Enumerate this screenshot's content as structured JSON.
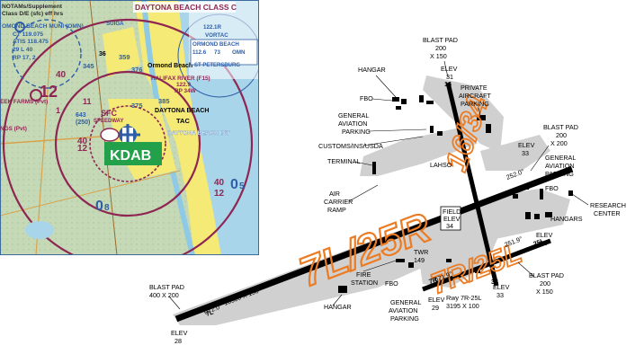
{
  "sectional": {
    "top_notam": "NOTAMs/Supplement",
    "top_class": "Class D/E (sfc) eff hrs",
    "class_c_title": "DAYTONA BEACH CLASS C",
    "muni": "OMOND BEACH MUNI (OMN)",
    "ctaf_line": "CT 119.075",
    "atis_line": "ATIS 118.475",
    "elev_line": "29 L 40",
    "rp_line": "RP 17, 2",
    "suiga": "SUIGA",
    "ormond_beach": "Ormond Beach",
    "vortac_title": "VORTAC",
    "vortac_name": "ORMOND BEACH",
    "vortac_freq": "112.6",
    "vortac_ch": "73",
    "vortac_id": "OMN",
    "st_petersburg": "ST PETERSBURG",
    "n_122": "122.1R",
    "halifax": "HALIFAX RIVER (F15)",
    "rp34w": "RP 34W",
    "f12_29": "122.9",
    "daytona_beach_city": "DAYTONA BEACH",
    "tac": "TAC",
    "daytona_beach_int": "DAYTONA BEACH INT",
    "speedway": "SPEEDWAY",
    "sfc": "SFC",
    "kdab": "KDAB",
    "creek_farms": "EEK FARMS (Pvt)",
    "spruce_creek": "NGS (Pvt)",
    "num_12": "12",
    "num_40_1": "40",
    "num_12_2": "12",
    "num_40_2": "40",
    "num_40_3": "40",
    "num_12_3": "12",
    "num_08": "0",
    "num_08_sub": "8",
    "num_05": "0",
    "num_05_sub": "5",
    "num_36": "36",
    "num_345": "345",
    "num_359": "359",
    "num_376": "376",
    "num_385": "385",
    "num_375": "375",
    "num_643": "643",
    "num_250": "(250)",
    "num_1": "1",
    "num_11": "11"
  },
  "airport": {
    "rw_7L25R": "7L/25R",
    "rw_7R25L": "7R/25L",
    "rw_16_34": "16/34",
    "rw_main_dims": "10500 X 150",
    "rw_7r_dims1": "Rwy 7R-25L",
    "rw_7r_dims2": "3195 X 100",
    "hdg_072_sw": "072.0°",
    "hdg_072_7r": "071.9°",
    "hdg_252": "252.0°",
    "hdg_252b": "251.9°",
    "bp_top_1": "BLAST PAD",
    "bp_top_2": "200",
    "bp_top_3": "X 150",
    "elev_top_1": "ELEV",
    "elev_top_2": "31",
    "hangar_top": "HANGAR",
    "fbo_1": "FBO",
    "private_1": "PRIVATE",
    "private_2": "AIRCRAFT",
    "private_3": "PARKING",
    "ga_1": "GENERAL",
    "ga_2": "AVIATION",
    "ga_3": "PARKING",
    "bp_right_1": "BLAST PAD",
    "bp_right_2": "200",
    "bp_right_3": "X 200",
    "customs": "CUSTOMS/INS/USDA",
    "terminal": "TERMINAL",
    "lahso": "LAHSO",
    "elev_33_1": "ELEV",
    "elev_33_2": "33",
    "ga_r_1": "GENERAL",
    "ga_r_2": "AVIATION",
    "ga_r_3": "PARKING",
    "fbo_r": "FBO",
    "research_1": "RESEARCH",
    "research_2": "CENTER",
    "air_carrier_1": "AIR",
    "air_carrier_2": "CARRIER",
    "air_carrier_3": "RAMP",
    "field_elev_1": "FIELD",
    "field_elev_2": "ELEV",
    "field_elev_3": "34",
    "hangars_r": "HANGARS",
    "elev_32_1": "ELEV",
    "elev_32_2": "32",
    "twr_1": "TWR",
    "twr_2": "149",
    "fire_1": "FIRE",
    "fire_2": "STATION",
    "fbo_b": "FBO",
    "ga_b_1": "GENERAL",
    "ga_b_2": "AVIATION",
    "ga_b_3": "PARKING",
    "elev_29_1": "ELEV",
    "elev_29_2": "29",
    "elev_33b_1": "ELEV",
    "elev_33b_2": "33",
    "bp_br_1": "BLAST PAD",
    "bp_br_2": "200",
    "bp_br_3": "X 150",
    "bp_left_1": "BLAST PAD",
    "bp_left_2": "400 X 200",
    "elev_28_1": "ELEV",
    "elev_28_2": "28",
    "hangar_b": "HANGAR",
    "rwy_end_7L": "7L",
    "rwy_end_25R": "25R",
    "rwy_end_7R": "7R",
    "rwy_end_25L": "25L",
    "rwy_end_16": "16",
    "rwy_end_34": "34"
  }
}
